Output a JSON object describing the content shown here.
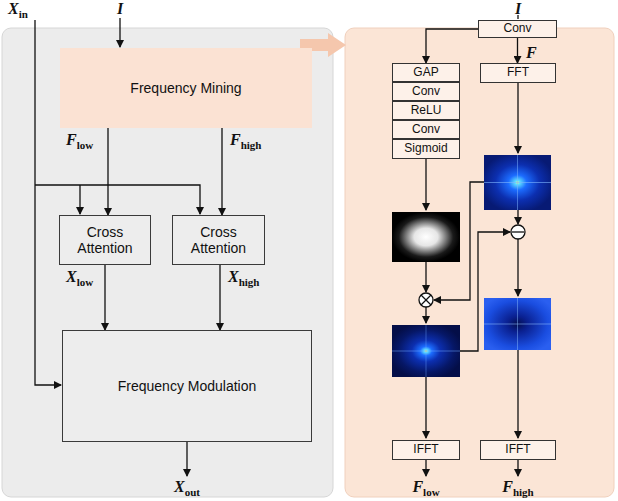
{
  "diagram": {
    "nodes": [
      {
        "text": [
          "Frequency Mining"
        ]
      },
      {
        "text": [
          "Cross Attention"
        ]
      },
      {
        "text": [
          "Cross Attention"
        ]
      },
      {
        "text": [
          "Frequency Modulation"
        ]
      },
      {
        "text": [
          "Conv"
        ]
      },
      {
        "text": [
          "GAP"
        ]
      },
      {
        "text": [
          "Conv"
        ]
      },
      {
        "text": [
          "ReLU"
        ]
      },
      {
        "text": [
          "Conv"
        ]
      },
      {
        "text": [
          "Sigmoid"
        ]
      },
      {
        "text": [
          "FFT"
        ]
      },
      {
        "text": [
          "IFFT"
        ]
      },
      {
        "text": [
          "IFFT"
        ]
      }
    ],
    "edges": [
      {
        "from": 0,
        "to": 1,
        "arrow": "to"
      },
      {
        "from": 0,
        "to": 2,
        "arrow": "to"
      },
      {
        "from": 1,
        "to": 3,
        "arrow": "to"
      },
      {
        "from": 2,
        "to": 3,
        "arrow": "to"
      },
      {
        "from": 4,
        "to": 10,
        "arrow": "to"
      },
      {
        "from": 4,
        "to": 5,
        "arrow": "to"
      }
    ],
    "labels": [
      "Xin",
      "I",
      "Flow",
      "Fhigh",
      "Xlow",
      "Xhigh",
      "Xout",
      "I",
      "F",
      "Flow",
      "Fhigh"
    ]
  }
}
